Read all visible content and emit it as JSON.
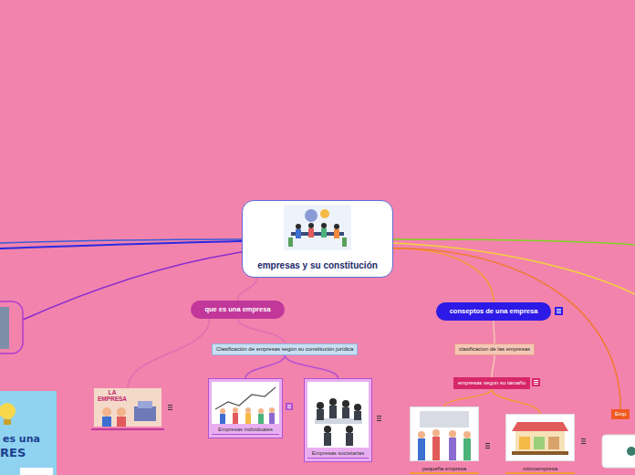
{
  "diagram": {
    "nodes": [
      {
        "text": [
          "empresas y su constitución"
        ]
      },
      {
        "text": [
          "que es una empresa"
        ]
      },
      {
        "text": [
          "Clasificación de empresas según su constitución jurídica"
        ]
      },
      {
        "text": [
          "LA EMPRESA"
        ]
      },
      {
        "text": [
          "Empresas individuales"
        ]
      },
      {
        "text": [
          "Empresas societarias"
        ]
      },
      {
        "text": [
          "conseptos de una empresa"
        ]
      },
      {
        "text": [
          "clasificacion de las empresas"
        ]
      },
      {
        "text": [
          "empresas segun su tamaño"
        ]
      },
      {
        "text": [
          "pequeña empresa"
        ]
      },
      {
        "text": [
          "microempresa"
        ]
      },
      {
        "text": [
          "Emp"
        ]
      }
    ],
    "edges": [
      {
        "from": 0,
        "to": 1,
        "arrow": "none"
      },
      {
        "from": 0,
        "to": 6,
        "arrow": "none"
      },
      {
        "from": 0,
        "to": 11,
        "arrow": "none"
      },
      {
        "from": 1,
        "to": 2,
        "arrow": "none"
      },
      {
        "from": 1,
        "to": 3,
        "arrow": "none"
      },
      {
        "from": 2,
        "to": 4,
        "arrow": "none"
      },
      {
        "from": 2,
        "to": 5,
        "arrow": "none"
      },
      {
        "from": 6,
        "to": 7,
        "arrow": "none"
      },
      {
        "from": 7,
        "to": 8,
        "arrow": "none"
      },
      {
        "from": 8,
        "to": 9,
        "arrow": "none"
      },
      {
        "from": 8,
        "to": 10,
        "arrow": "none"
      }
    ],
    "labels": [
      "es una",
      "RES"
    ]
  }
}
